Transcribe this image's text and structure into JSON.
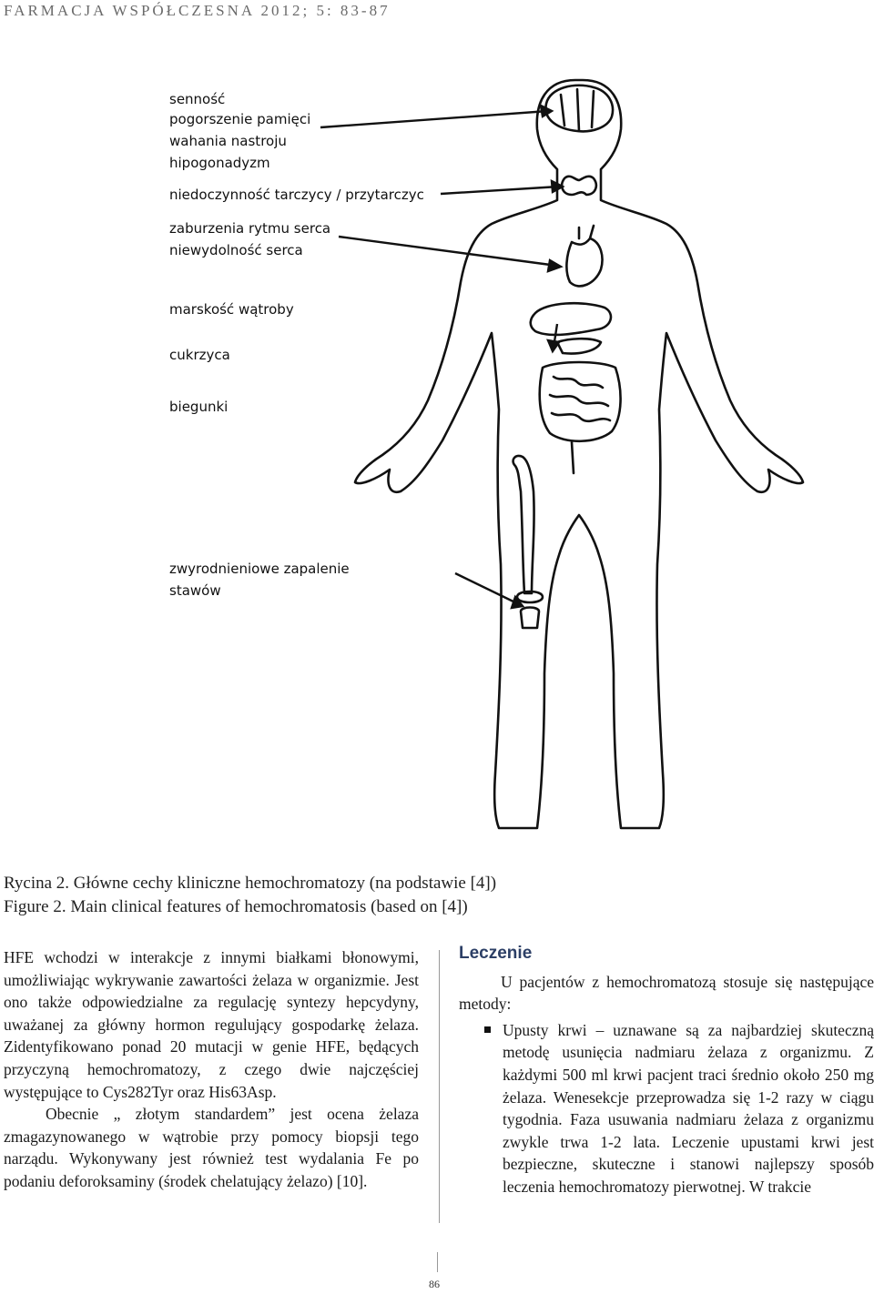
{
  "header": {
    "journal": "FARMACJA WSPÓŁCZESNA 2012; 5: 83-87"
  },
  "figure": {
    "labels": [
      "senność",
      "pogorszenie pamięci",
      "wahania nastroju",
      "hipogonadyzm",
      "niedoczynność tarczycy / przytarczyc",
      "zaburzenia rytmu serca",
      "niewydolność serca",
      "marskość wątroby",
      "cukrzyca",
      "biegunki",
      "zwyrodnieniowe zapalenie",
      "stawów"
    ],
    "caption_pl": "Rycina 2. Główne cechy kliniczne hemochromatozy (na podstawie [4])",
    "caption_en": "Figure 2. Main clinical features of hemochromatosis (based on [4])"
  },
  "left_column": {
    "p1": "HFE wchodzi w interakcje z innymi białkami błonowymi, umożliwiając wykrywanie zawartości żelaza w organizmie. Jest ono także odpowiedzialne za regulację syntezy hepcydyny, uważanej za główny hormon regulujący gospodarkę żelaza. Zidentyfikowano ponad 20 mutacji w genie HFE, będących przyczyną hemochromatozy, z czego dwie najczęściej występujące to Cys282Tyr oraz His63Asp.",
    "p2": "Obecnie „ złotym standardem” jest ocena żelaza zmagazynowanego w wątrobie przy pomocy biopsji tego narządu. Wykonywany jest również test wydalania Fe po podaniu deforoksaminy (środek chelatujący żelazo) [10]."
  },
  "right_column": {
    "heading": "Leczenie",
    "intro": "U pacjentów z hemochromatozą stosuje się następujące metody:",
    "bullet1": "Upusty krwi – uznawane są za najbardziej skuteczną metodę usunięcia nadmiaru żelaza z organizmu. Z każdymi 500 ml krwi pacjent traci średnio około 250 mg żelaza. Wenesekcje przeprowadza się 1-2 razy w ciągu tygodnia. Faza usuwania nadmiaru żelaza z organizmu zwykle trwa 1-2 lata. Leczenie upustami krwi jest bezpieczne, skuteczne i stanowi najlepszy sposób leczenia hemochromatozy pierwotnej. W trakcie"
  },
  "footer": {
    "page": "86"
  }
}
